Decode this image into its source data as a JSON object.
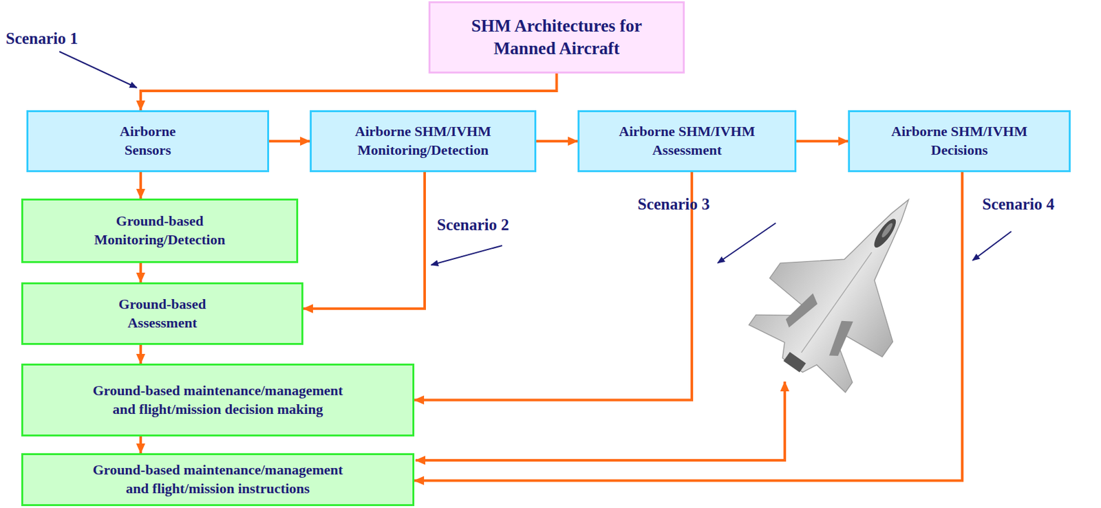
{
  "diagram": {
    "nodes": [
      {
        "text": [
          "SHM Architectures for Manned Aircraft"
        ]
      },
      {
        "text": [
          "Airborne Sensors"
        ]
      },
      {
        "text": [
          "Airborne SHM/IVHM Monitoring/Detection"
        ]
      },
      {
        "text": [
          "Airborne SHM/IVHM Assessment"
        ]
      },
      {
        "text": [
          "Airborne SHM/IVHM Decisions"
        ]
      },
      {
        "text": [
          "Ground-based Monitoring/Detection"
        ]
      },
      {
        "text": [
          "Ground-based Assessment"
        ]
      },
      {
        "text": [
          "Ground-based maintenance/management and flight/mission decision making"
        ]
      },
      {
        "text": [
          "Ground-based maintenance/management and flight/mission instructions"
        ]
      }
    ],
    "edges": [
      {
        "from": 0,
        "to": 1,
        "arrow": "to"
      },
      {
        "from": 1,
        "to": 2,
        "arrow": "to"
      },
      {
        "from": 2,
        "to": 3,
        "arrow": "to"
      },
      {
        "from": 3,
        "to": 4,
        "arrow": "to"
      },
      {
        "from": 1,
        "to": 5,
        "arrow": "to"
      },
      {
        "from": 5,
        "to": 6,
        "arrow": "to"
      },
      {
        "from": 6,
        "to": 7,
        "arrow": "to"
      },
      {
        "from": 7,
        "to": 8,
        "arrow": "to"
      },
      {
        "from": 2,
        "to": 6,
        "arrow": "to"
      },
      {
        "from": 3,
        "to": 7,
        "arrow": "to"
      },
      {
        "from": 4,
        "to": 8,
        "arrow": "to"
      }
    ],
    "labels": [
      "Scenario 1",
      "Scenario 2",
      "Scenario 3",
      "Scenario 4"
    ]
  }
}
